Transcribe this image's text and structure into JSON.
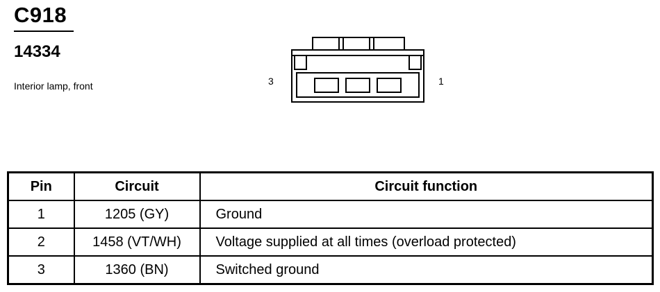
{
  "header": {
    "connector_id": "C918",
    "part_number": "14334",
    "description": "Interior lamp, front"
  },
  "connector_view": {
    "pin_label_left": "3",
    "pin_label_right": "1"
  },
  "pinout_table": {
    "columns": [
      "Pin",
      "Circuit",
      "Circuit function"
    ],
    "rows": [
      {
        "pin": "1",
        "circuit": "1205 (GY)",
        "function": "Ground"
      },
      {
        "pin": "2",
        "circuit": "1458 (VT/WH)",
        "function": "Voltage supplied at all times (overload protected)"
      },
      {
        "pin": "3",
        "circuit": "1360 (BN)",
        "function": "Switched ground"
      }
    ]
  }
}
